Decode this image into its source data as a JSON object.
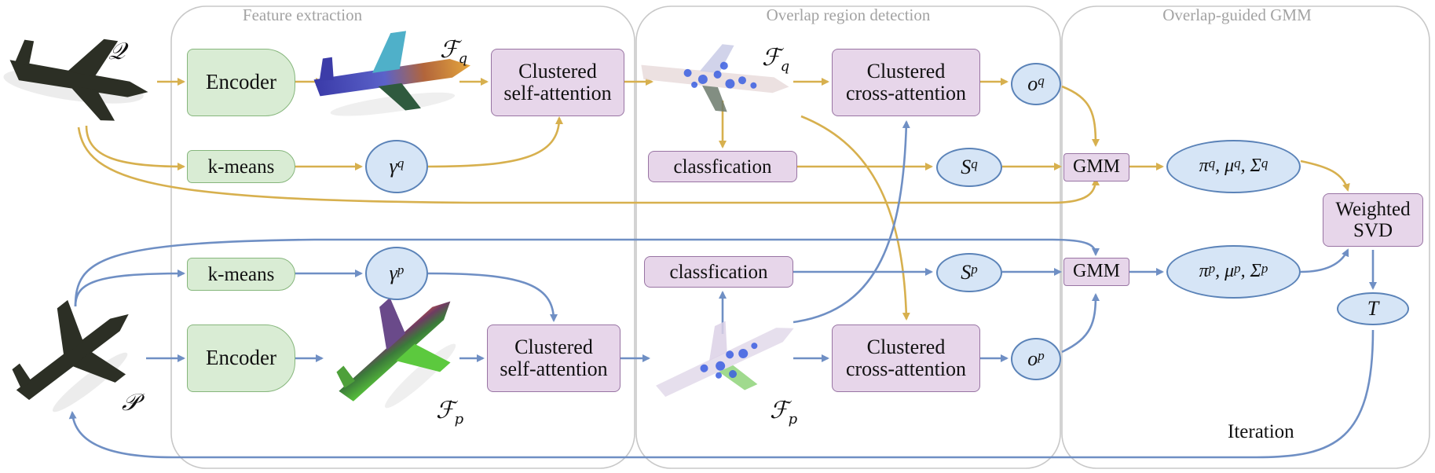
{
  "sections": {
    "feature_extraction": "Feature extraction",
    "overlap_detection": "Overlap region detection",
    "overlap_gmm": "Overlap-guided GMM"
  },
  "inputs": {
    "Q": "𝒬",
    "P": "𝒫"
  },
  "feature_labels": {
    "Fq_1": "ℱ",
    "Fq_1_sub": "q",
    "Fq_2": "ℱ",
    "Fq_2_sub": "q",
    "Fp_1": "ℱ",
    "Fp_1_sub": "p",
    "Fp_2": "ℱ",
    "Fp_2_sub": "p"
  },
  "blocks": {
    "encoder_top": "Encoder",
    "encoder_bottom": "Encoder",
    "kmeans_top": "k-means",
    "kmeans_bottom": "k-means",
    "csa_top_line1": "Clustered",
    "csa_top_line2": "self-attention",
    "csa_bottom_line1": "Clustered",
    "csa_bottom_line2": "self-attention",
    "cca_top_line1": "Clustered",
    "cca_top_line2": "cross-attention",
    "cca_bottom_line1": "Clustered",
    "cca_bottom_line2": "cross-attention",
    "class_top": "classfication",
    "class_bottom": "classfication",
    "gmm_top": "GMM",
    "gmm_bottom": "GMM",
    "wsvd_line1": "Weighted",
    "wsvd_line2": "SVD"
  },
  "circles": {
    "gamma_q": "γ",
    "gamma_q_sup": "q",
    "gamma_p": "γ",
    "gamma_p_sup": "p",
    "S_q": "S",
    "S_q_sup": "q",
    "S_p": "S",
    "S_p_sup": "p",
    "o_q": "o",
    "o_q_sup": "q",
    "o_p": "o",
    "o_p_sup": "p",
    "params_q": "π",
    "params_q_sup1": "q",
    "params_q_mid1": ", μ",
    "params_q_sup2": "q",
    "params_q_mid2": ", Σ",
    "params_q_sup3": "q",
    "params_p": "π",
    "params_p_sup1": "p",
    "params_p_mid1": ", μ",
    "params_p_sup2": "p",
    "params_p_mid2": ", Σ",
    "params_p_sup3": "p",
    "T": "T"
  },
  "iteration_label": "Iteration",
  "colors": {
    "arrow_gold": "#d7b04e",
    "arrow_blue": "#6f8fc4",
    "section_border": "#c8c8c8",
    "green_fill": "#d9ecd4",
    "purple_fill": "#e7d6ea",
    "circle_fill": "#d6e5f6"
  }
}
